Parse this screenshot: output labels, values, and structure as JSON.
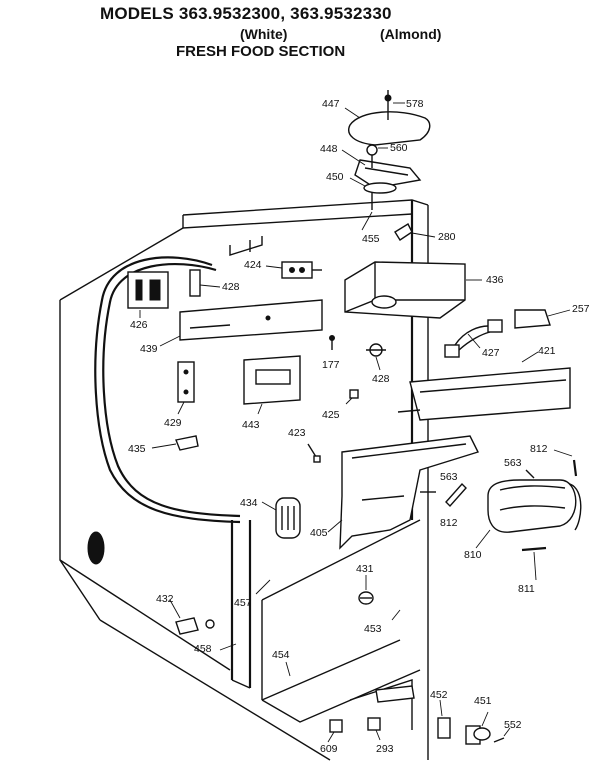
{
  "header": {
    "title": "MODELS 363.9532300, 363.9532330",
    "variant_white": "(White)",
    "variant_almond": "(Almond)",
    "section": "FRESH FOOD SECTION"
  },
  "callouts": {
    "c447": "447",
    "c578": "578",
    "c448": "448",
    "c560": "560",
    "c450": "450",
    "c455": "455",
    "c280": "280",
    "c424": "424",
    "c428a": "428",
    "c426": "426",
    "c436": "436",
    "c257": "257",
    "c439": "439",
    "c177": "177",
    "c428b": "428",
    "c427": "427",
    "c421": "421",
    "c429": "429",
    "c443": "443",
    "c425": "425",
    "c435": "435",
    "c423": "423",
    "c812a": "812",
    "c563a": "563",
    "c563b": "563",
    "c434": "434",
    "c405": "405",
    "c812b": "812",
    "c810": "810",
    "c811": "811",
    "c431": "431",
    "c432": "432",
    "c457": "457",
    "c453": "453",
    "c458": "458",
    "c454": "454",
    "c452": "452",
    "c451": "451",
    "c552": "552",
    "c609": "609",
    "c293": "293"
  }
}
